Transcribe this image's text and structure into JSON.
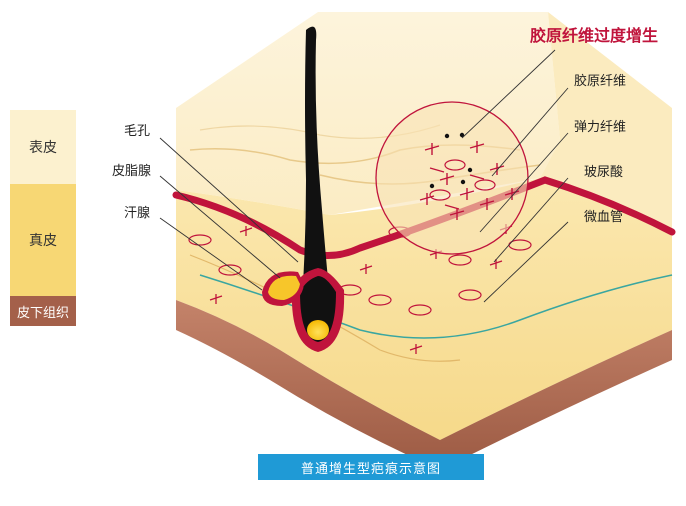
{
  "legend": {
    "epidermis": "表皮",
    "dermis": "真皮",
    "subcutaneous": "皮下组织"
  },
  "labels": {
    "hair_pore": "毛孔",
    "sebaceous_gland": "皮脂腺",
    "sweat_gland": "汗腺",
    "collagen_hyperplasia": "胶原纤维过度增生",
    "collagen_fiber": "胶原纤维",
    "elastic_fiber": "弹力纤维",
    "hyaluronic_acid": "玻尿酸",
    "capillary": "微血管"
  },
  "caption": "普通增生型疤痕示意图",
  "colors": {
    "epidermis": "#fbf0d3",
    "dermis": "#f7d774",
    "subcutaneous": "#a4604a",
    "accent_red": "#c0143c",
    "caption_bg": "#1f9ad6"
  }
}
